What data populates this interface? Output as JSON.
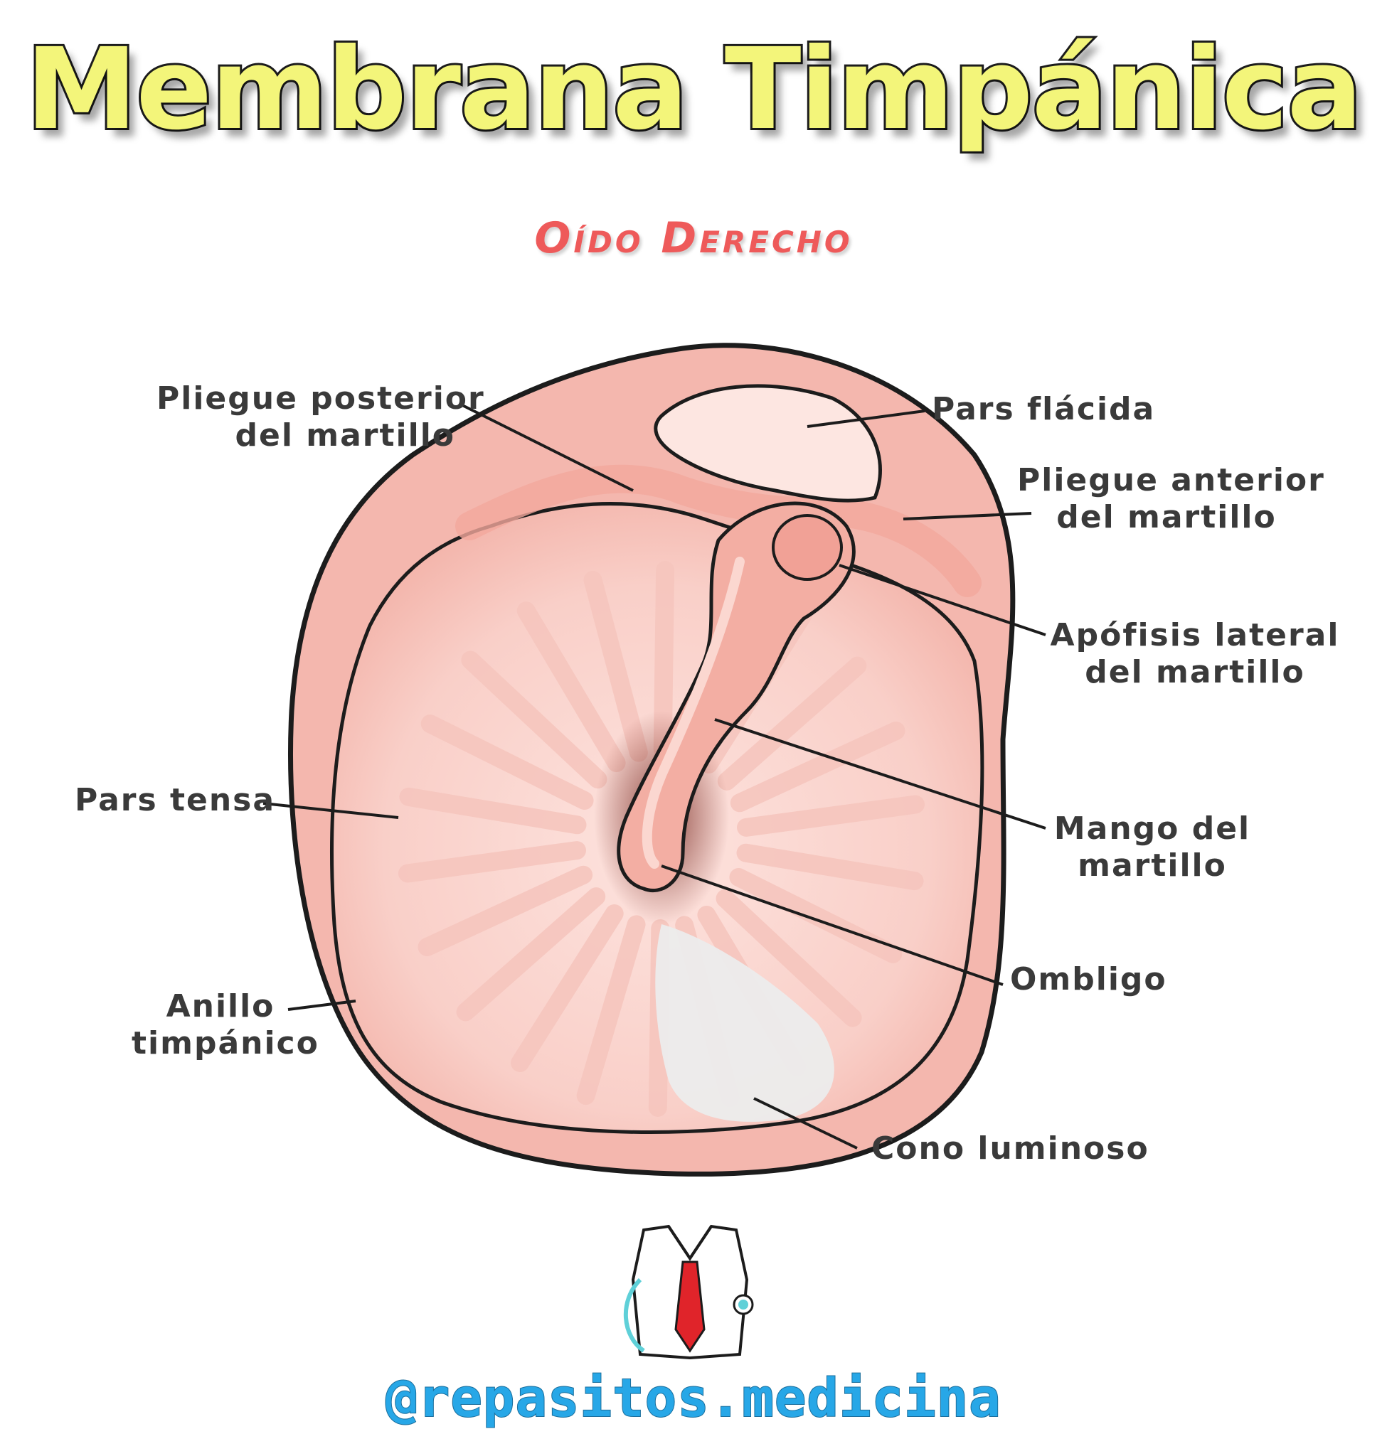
{
  "title": "Membrana Timpánica",
  "subtitle": "Oído Derecho",
  "labels": {
    "pliegue_posterior": [
      "Pliegue posterior",
      "del martillo"
    ],
    "pars_flacida": [
      "Pars flácida"
    ],
    "pliegue_anterior": [
      "Pliegue anterior",
      "del martillo"
    ],
    "apofisis_lateral": [
      "Apófisis lateral",
      "del martillo"
    ],
    "pars_tensa": [
      "Pars tensa"
    ],
    "mango": [
      "Mango del",
      "martillo"
    ],
    "ombligo": [
      "Ombligo"
    ],
    "anillo": [
      "Anillo",
      "timpánico"
    ],
    "cono": [
      "Cono luminoso"
    ]
  },
  "footer": {
    "handle": "@repasitos.medicina"
  },
  "colors": {
    "title_fill": "#f3f57a",
    "subtitle": "#ee5a5a",
    "membrane": "#f4b7ae",
    "membrane_light": "#fbd9d3",
    "outline": "#1c1c1c",
    "light_cone": "#ececec",
    "handle": "#27a7e7",
    "tie": "#e0242a",
    "stethoscope": "#5fd0d8"
  },
  "icons": [
    "doctor-coat-logo-icon",
    "stethoscope-icon",
    "tie-icon"
  ]
}
